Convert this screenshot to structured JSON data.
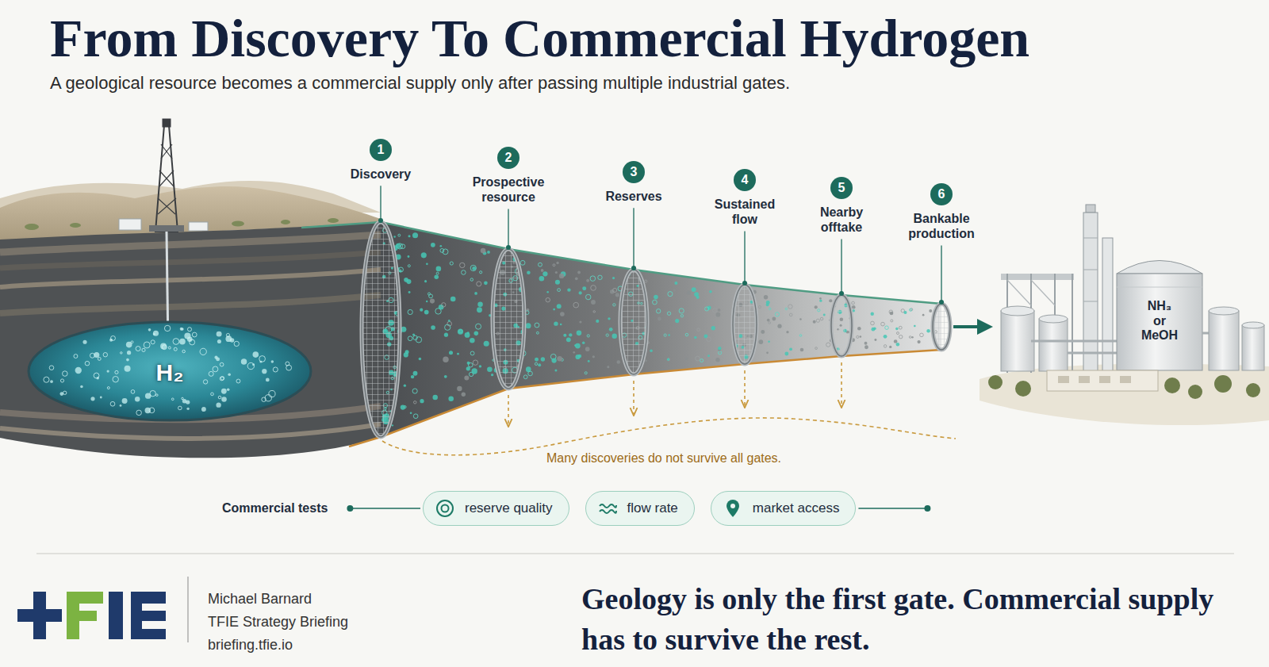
{
  "diagram": {
    "title": "From Discovery To Commercial Hydrogen",
    "caption": "Geology is only the first gate. Commercial supply has to survive the rest.",
    "nodes": [
      {
        "text": [
          "1",
          "Discovery"
        ]
      },
      {
        "text": [
          "2",
          "Prospective resource"
        ]
      },
      {
        "text": [
          "3",
          "Reserves"
        ]
      },
      {
        "text": [
          "4",
          "Sustained flow"
        ]
      },
      {
        "text": [
          "5",
          "Nearby offtake"
        ]
      },
      {
        "text": [
          "6",
          "Bankable production"
        ]
      },
      {
        "text": [
          "NH₃ or MeOH"
        ]
      },
      {
        "text": [
          "reserve quality"
        ]
      },
      {
        "text": [
          "flow rate"
        ]
      },
      {
        "text": [
          "market access"
        ]
      }
    ],
    "labels": [
      "A geological resource becomes a commercial supply only after passing multiple industrial gates.",
      "H₂",
      "Many discoveries do not survive all gates.",
      "Commercial tests",
      "Michael Barnard",
      "TFIE Strategy Briefing",
      "briefing.tfie.io"
    ]
  }
}
